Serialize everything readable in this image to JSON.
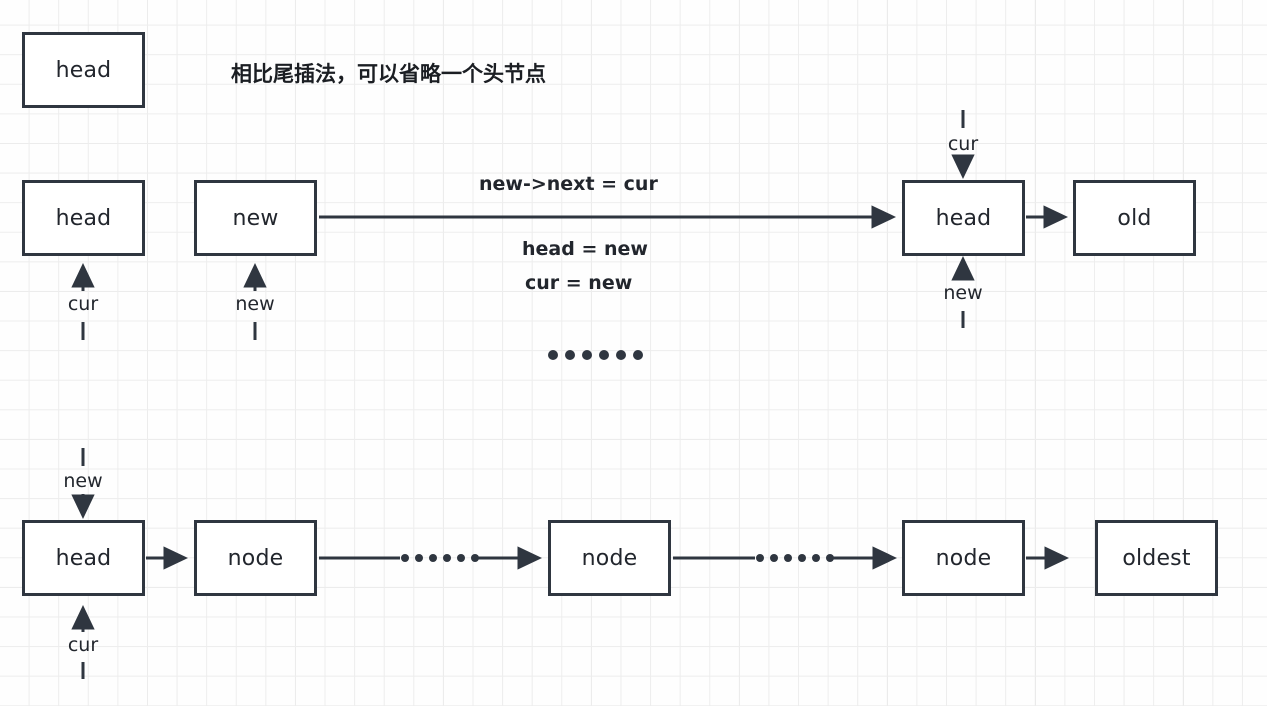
{
  "diagram": {
    "title": "相比尾插法，可以省略一个头节点",
    "background": "#fefefe",
    "grid_color": "#ededed",
    "stroke_color": "#2f3640",
    "text_color": "#22262d",
    "rows": {
      "row1": {
        "name": "initial-state",
        "boxes": [
          {
            "label": "head"
          }
        ]
      },
      "row2": {
        "name": "insert-step",
        "boxes": [
          {
            "label": "head"
          },
          {
            "label": "new"
          },
          {
            "label": "head"
          },
          {
            "label": "old"
          }
        ],
        "pointer_labels": [
          {
            "label": "cur",
            "position": "below-head-left"
          },
          {
            "label": "new",
            "position": "below-new"
          },
          {
            "label": "cur",
            "position": "above-head-right"
          },
          {
            "label": "new",
            "position": "below-head-right"
          }
        ],
        "annotations": [
          "new->next = cur",
          "head = new",
          "cur = new"
        ]
      },
      "ellipsis": {
        "name": "vertical-ellipsis",
        "dot_count": 6
      },
      "row3": {
        "name": "final-list",
        "boxes": [
          {
            "label": "head"
          },
          {
            "label": "node"
          },
          {
            "label": "node"
          },
          {
            "label": "node"
          },
          {
            "label": "oldest"
          }
        ],
        "pointer_labels": [
          {
            "label": "new",
            "position": "above-head"
          },
          {
            "label": "cur",
            "position": "below-head"
          }
        ],
        "link_dots": [
          {
            "dot_count": 6
          },
          {
            "dot_count": 6
          }
        ]
      }
    }
  }
}
